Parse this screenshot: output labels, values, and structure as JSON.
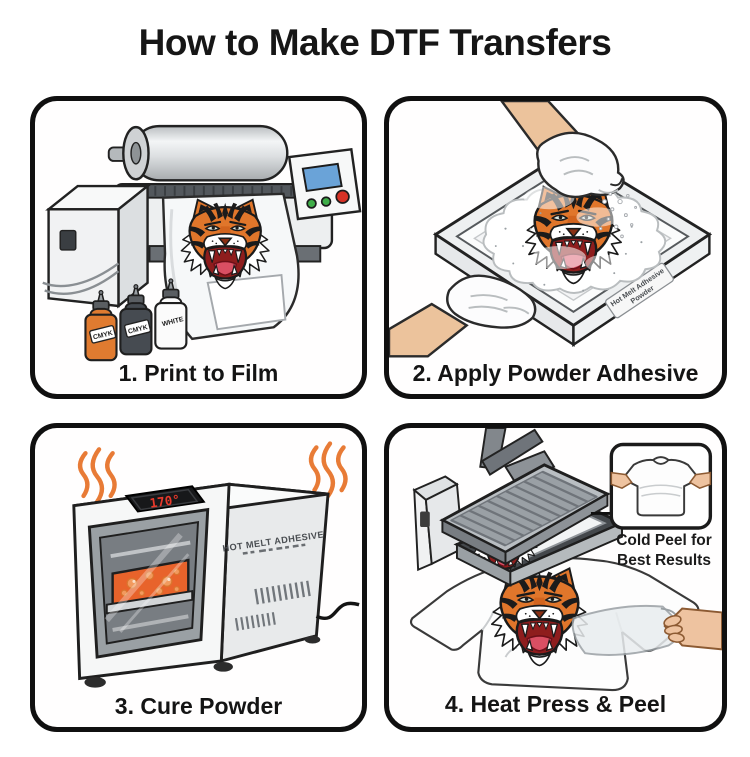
{
  "title": "How to Make DTF Transfers",
  "colors": {
    "tiger_orange": "#e0762b",
    "heat_orange": "#e87b36",
    "melted_powder_orange": "#e8632b",
    "lcd_blue": "#6aa3d8",
    "button_green": "#3fae49",
    "button_red": "#d63125"
  },
  "panels": {
    "print": {
      "caption": "1. Print to Film",
      "ink_bottles": [
        "CMYK",
        "CMYK",
        "WHITE"
      ]
    },
    "powder": {
      "caption": "2. Apply Powder Adhesive",
      "tray_label_line1": "Hot Melt Adhesive",
      "tray_label_line2": "Powder"
    },
    "cure": {
      "caption": "3. Cure Powder",
      "oven_display": "170°",
      "oven_side_label": "HOT MELT ADHESIVE"
    },
    "press": {
      "caption": "4. Heat Press & Peel",
      "note_line1": "Cold Peel for",
      "note_line2": "Best Results"
    }
  }
}
